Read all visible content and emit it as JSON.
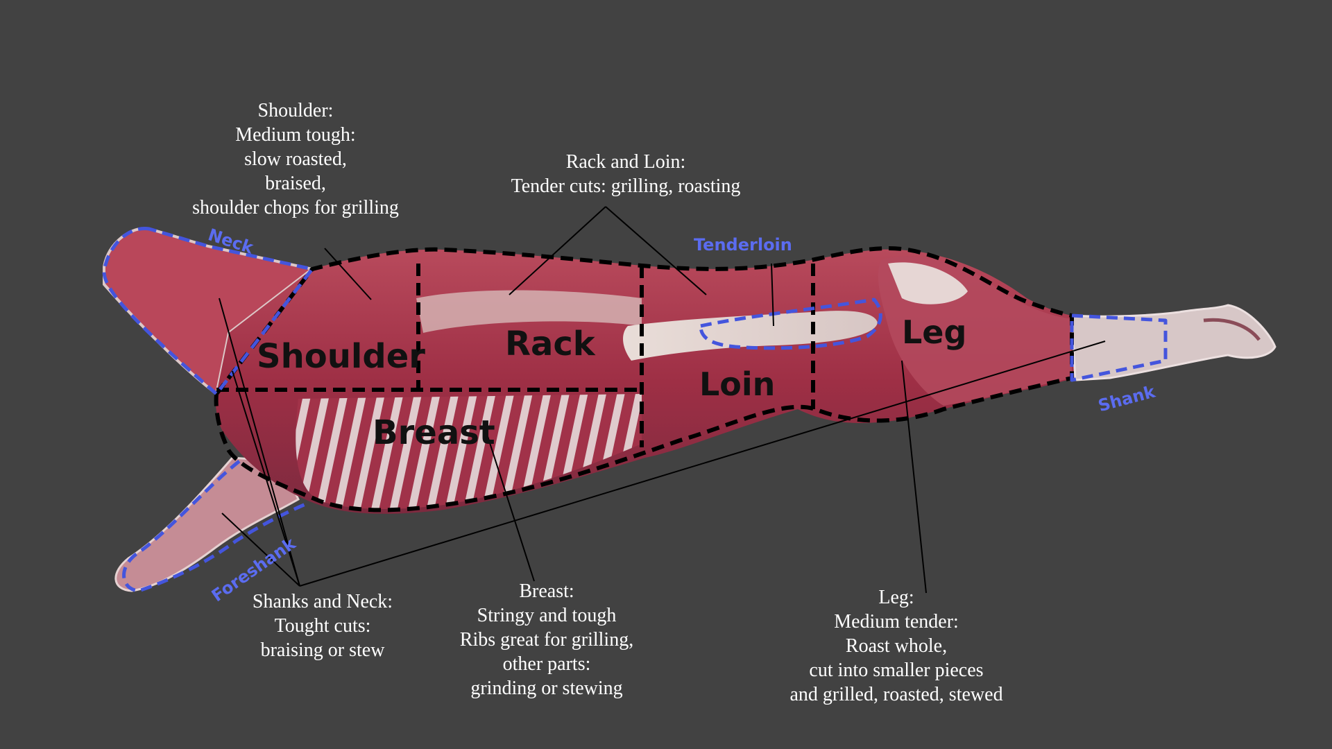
{
  "colors": {
    "background": "#424242",
    "dash_black": "#000000",
    "dash_blue": "#4455dd",
    "label_blue": "#5b6cf0",
    "text_white": "#ffffff",
    "meat_red": "#a8344a",
    "fat_white": "#eadfd8"
  },
  "cut_labels": {
    "shoulder": "Shoulder",
    "rack": "Rack",
    "breast": "Breast",
    "loin": "Loin",
    "leg": "Leg"
  },
  "minor_labels": {
    "neck": "Neck",
    "tenderloin": "Tenderloin",
    "shank": "Shank",
    "foreshank": "Foreshank"
  },
  "descriptions": {
    "shoulder": [
      "Shoulder:",
      "Medium tough:",
      "slow roasted,",
      "braised,",
      "shoulder chops for grilling"
    ],
    "rack_loin": [
      "Rack and Loin:",
      "Tender cuts: grilling, roasting"
    ],
    "shanks_neck": [
      "Shanks and Neck:",
      "Tought cuts:",
      "braising or stew"
    ],
    "breast": [
      "Breast:",
      "Stringy and tough",
      "Ribs great for grilling,",
      "other parts:",
      "grinding or stewing"
    ],
    "leg": [
      "Leg:",
      "Medium tender:",
      "Roast whole,",
      "cut into smaller pieces",
      "and grilled, roasted, stewed"
    ]
  }
}
